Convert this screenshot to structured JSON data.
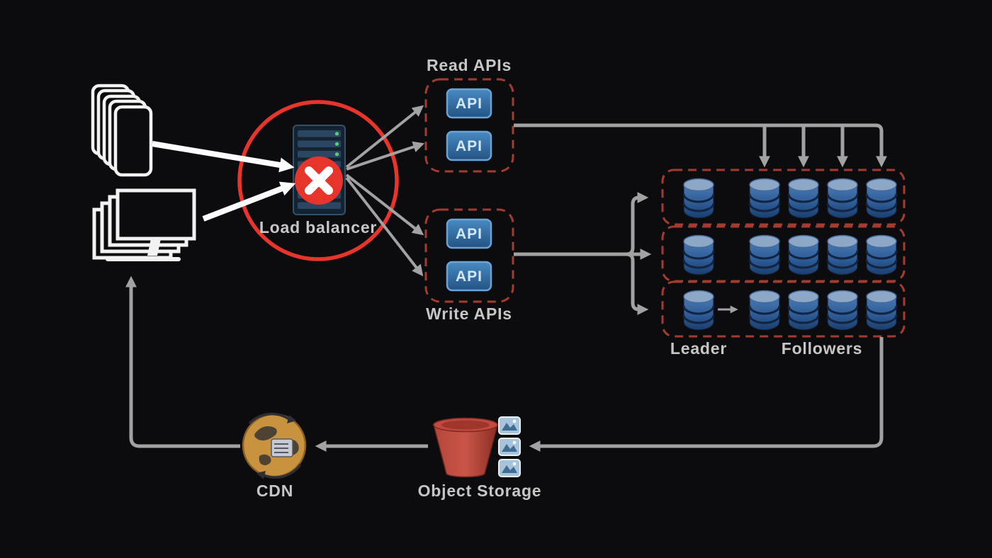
{
  "diagram": {
    "clients": {
      "phones_icon": "phone-stack",
      "monitors_icon": "monitor-stack"
    },
    "load_balancer": {
      "label": "Load balancer",
      "status_icon": "error-x",
      "status_color": "#e8352b"
    },
    "read_api_group": {
      "label": "Read APIs",
      "nodes": [
        {
          "label": "API"
        },
        {
          "label": "API"
        }
      ]
    },
    "write_api_group": {
      "label": "Write APIs",
      "nodes": [
        {
          "label": "API"
        },
        {
          "label": "API"
        }
      ]
    },
    "database_cluster": {
      "row_count": 3,
      "leaders_per_row": 1,
      "followers_per_row": 4,
      "leader_label": "Leader",
      "followers_label": "Followers"
    },
    "object_storage": {
      "label": "Object Storage",
      "icon": "s3-bucket",
      "thumbnail_count": 3
    },
    "cdn": {
      "label": "CDN",
      "icon": "globe-cdn"
    },
    "colors": {
      "background": "#0c0c0e",
      "group_border_red": "#a33b31",
      "highlight_ring_red": "#e8352b",
      "api_node_blue": "#2f6ea8",
      "database_blue": "#2d5c97",
      "arrow_gray": "#a2a2a2",
      "client_arrow_white": "#ffffff",
      "label_text": "#c6c6c6",
      "storage_red": "#a93a30",
      "cdn_orange": "#c9923f"
    }
  }
}
